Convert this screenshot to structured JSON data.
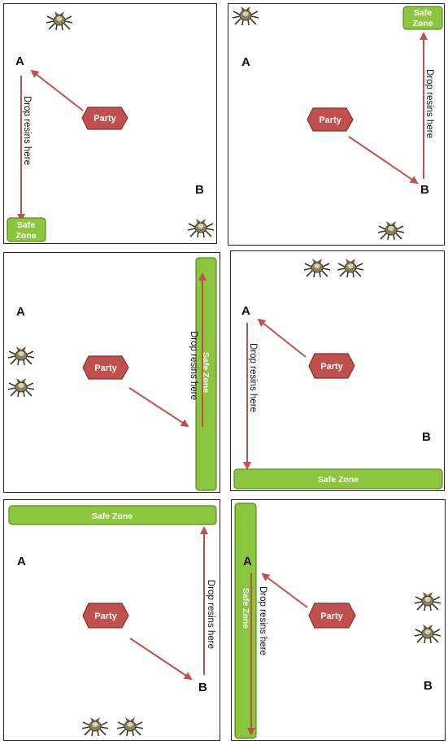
{
  "labels": {
    "a": "A",
    "b": "B",
    "party": "Party",
    "safe_zone": "Safe Zone",
    "safe": "Safe",
    "zone": "Zone",
    "drop": "Drop resins here"
  },
  "icons": {
    "enemy": "spider-mob-icon"
  },
  "colors": {
    "zone": "#8cc63f",
    "party": "#c0504d",
    "arrow": "#c0504d"
  }
}
